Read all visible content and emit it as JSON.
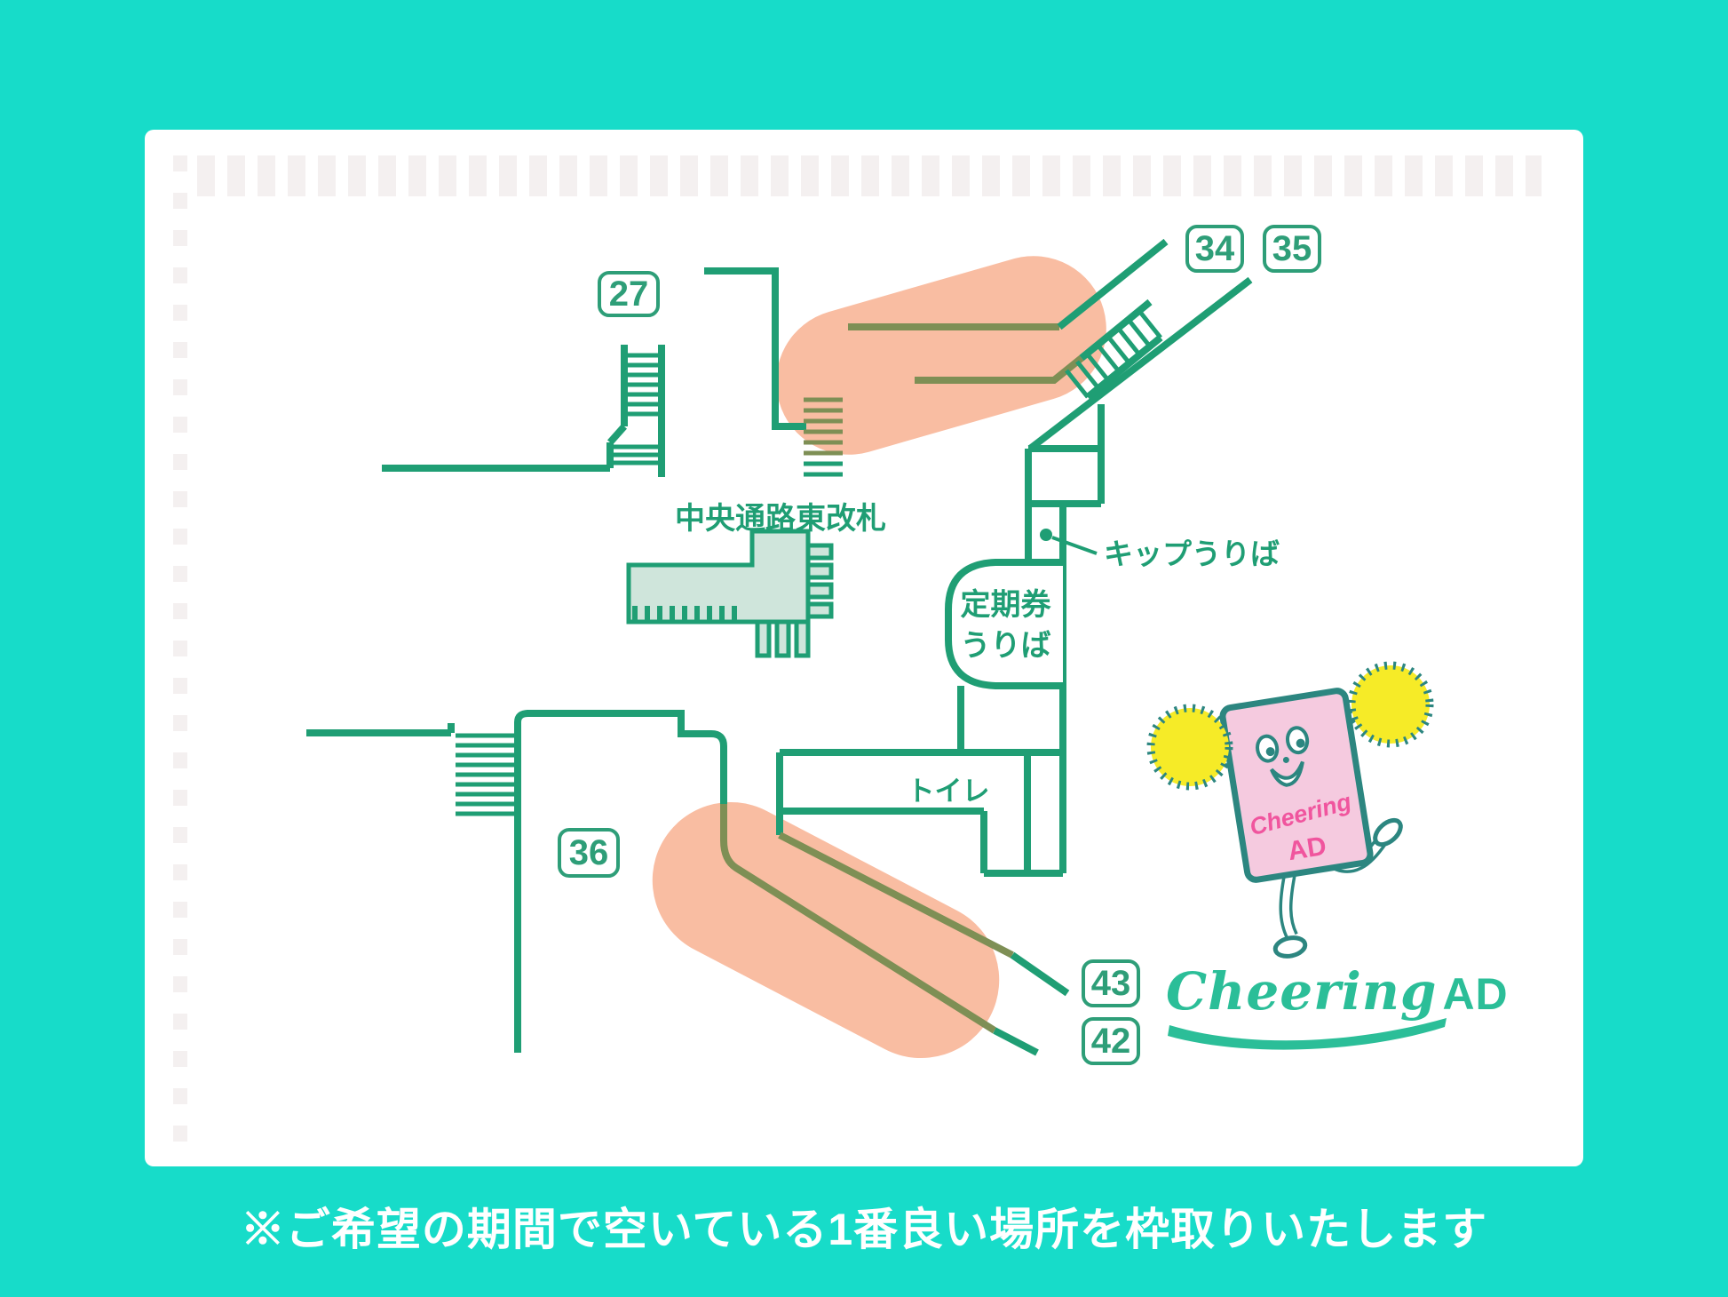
{
  "colors": {
    "background_teal": "#17dcc9",
    "map_green": "#1f9e74",
    "badge_green": "#2e9e78",
    "highlight_orange": "#f9bda2",
    "line_in_highlight_olive": "#7e8f55",
    "gate_fill": "#cfe5db",
    "mascot_pink": "#f5cadf",
    "mascot_accent_pink": "#f0559e",
    "pompom_yellow": "#f6eb27",
    "mascot_outline": "#2c8680",
    "logo_green": "#2bbe98"
  },
  "map": {
    "platform_badges": [
      {
        "label": "27"
      },
      {
        "label": "34"
      },
      {
        "label": "35"
      },
      {
        "label": "36"
      },
      {
        "label": "43"
      },
      {
        "label": "42"
      }
    ],
    "labels": {
      "central_gate": "中央通路東改札",
      "ticket_office": "キップうりば",
      "commuter_pass_line1": "定期券",
      "commuter_pass_line2": "うりば",
      "toilet": "トイレ"
    }
  },
  "mascot": {
    "body_line1": "Cheering",
    "body_line2": "AD"
  },
  "logo": {
    "script": "Cheering",
    "suffix": "AD"
  },
  "caption": "※ご希望の期間で空いている1番良い場所を枠取りいたします"
}
